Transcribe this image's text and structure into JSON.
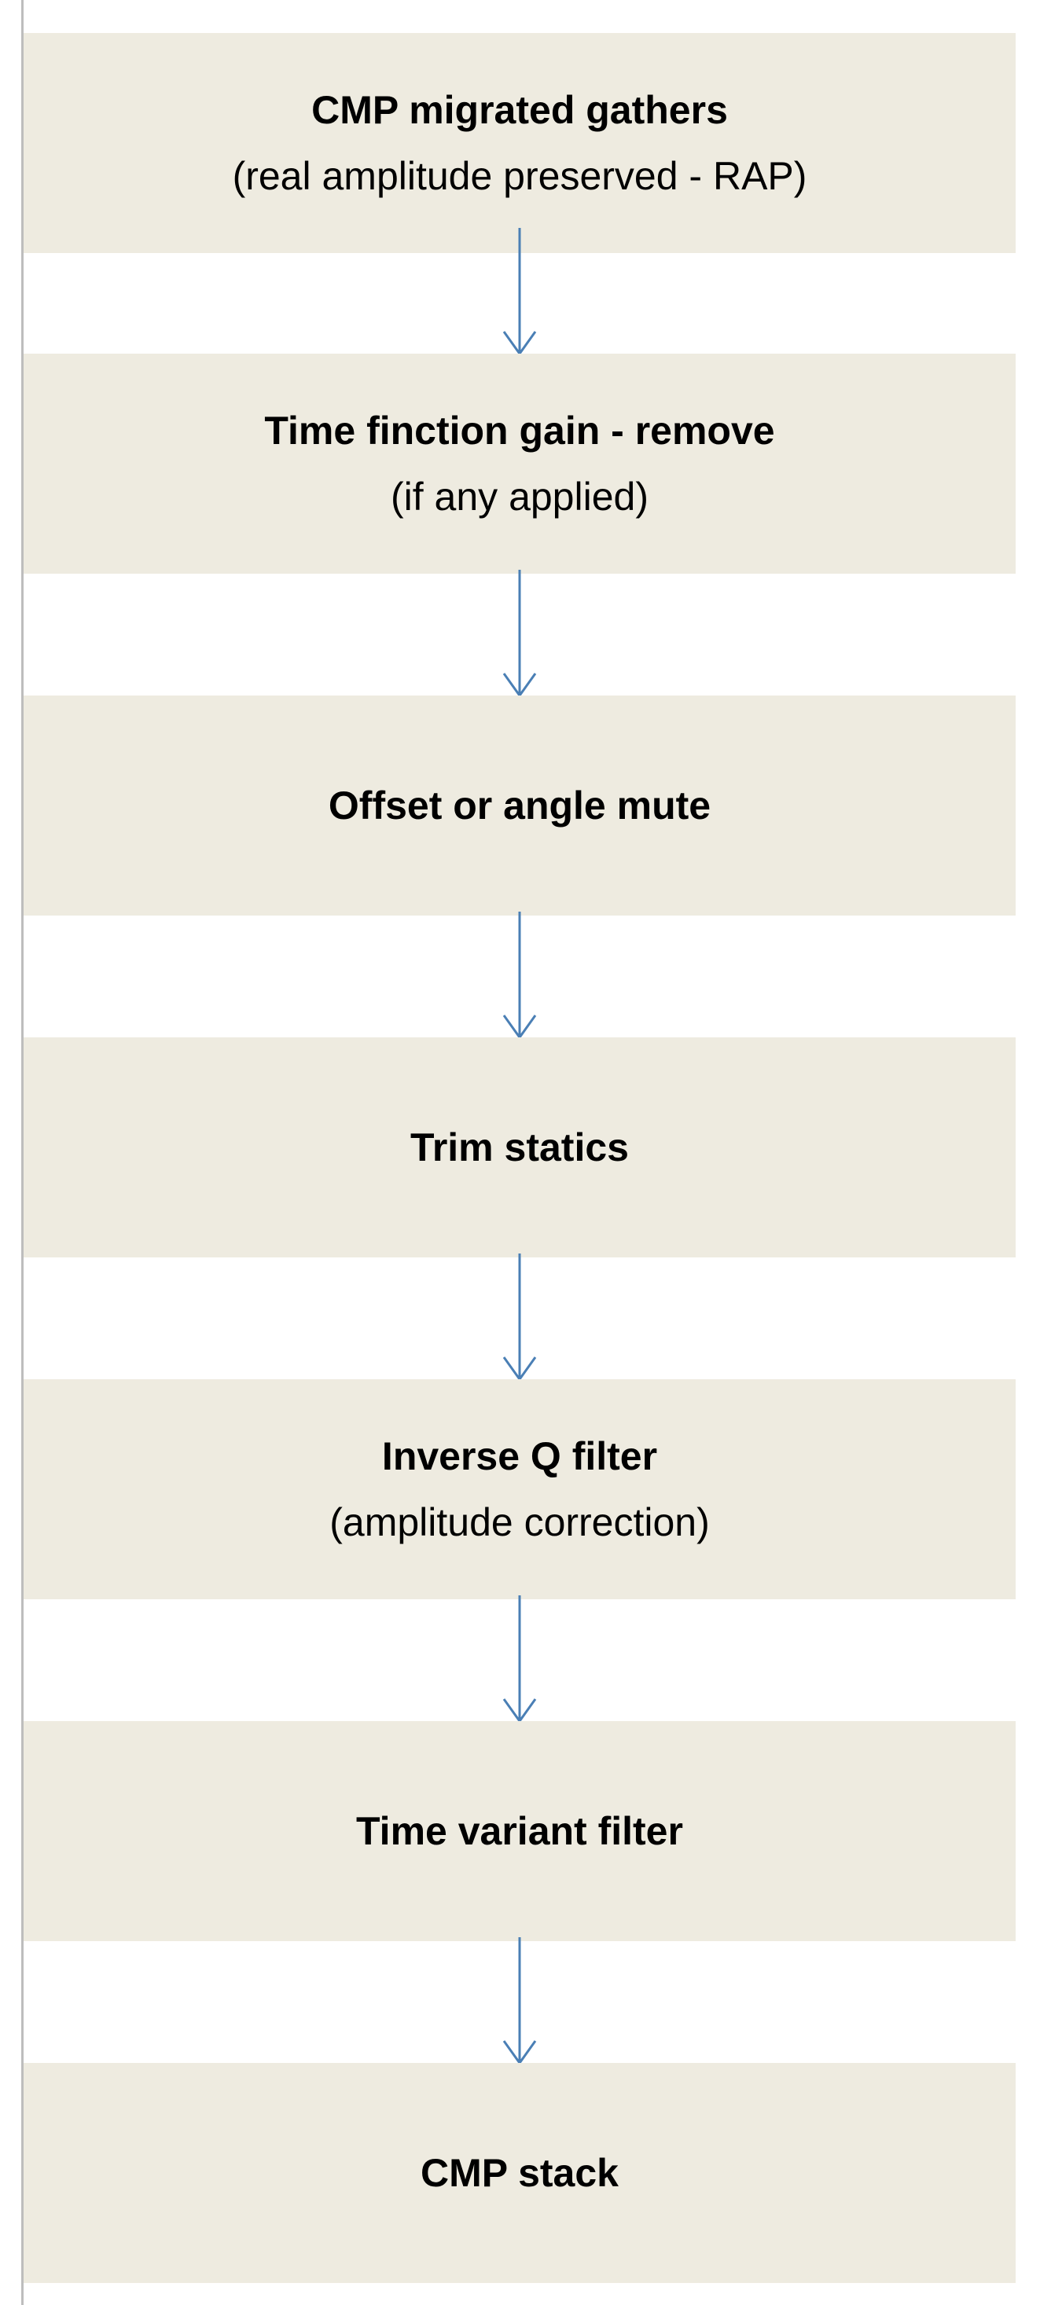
{
  "diagram": {
    "accent_color": "#4a7fb5",
    "box_color": "#eeebe0",
    "steps": [
      {
        "title": "CMP migrated gathers",
        "subtitle": "(real amplitude preserved - RAP)"
      },
      {
        "title": "Time finction gain - remove",
        "subtitle": "(if any applied)"
      },
      {
        "title": "Offset or angle mute",
        "subtitle": ""
      },
      {
        "title": "Trim statics",
        "subtitle": ""
      },
      {
        "title": "Inverse Q filter",
        "subtitle": "(amplitude correction)"
      },
      {
        "title": "Time variant filter",
        "subtitle": ""
      },
      {
        "title": "CMP stack",
        "subtitle": ""
      }
    ]
  }
}
